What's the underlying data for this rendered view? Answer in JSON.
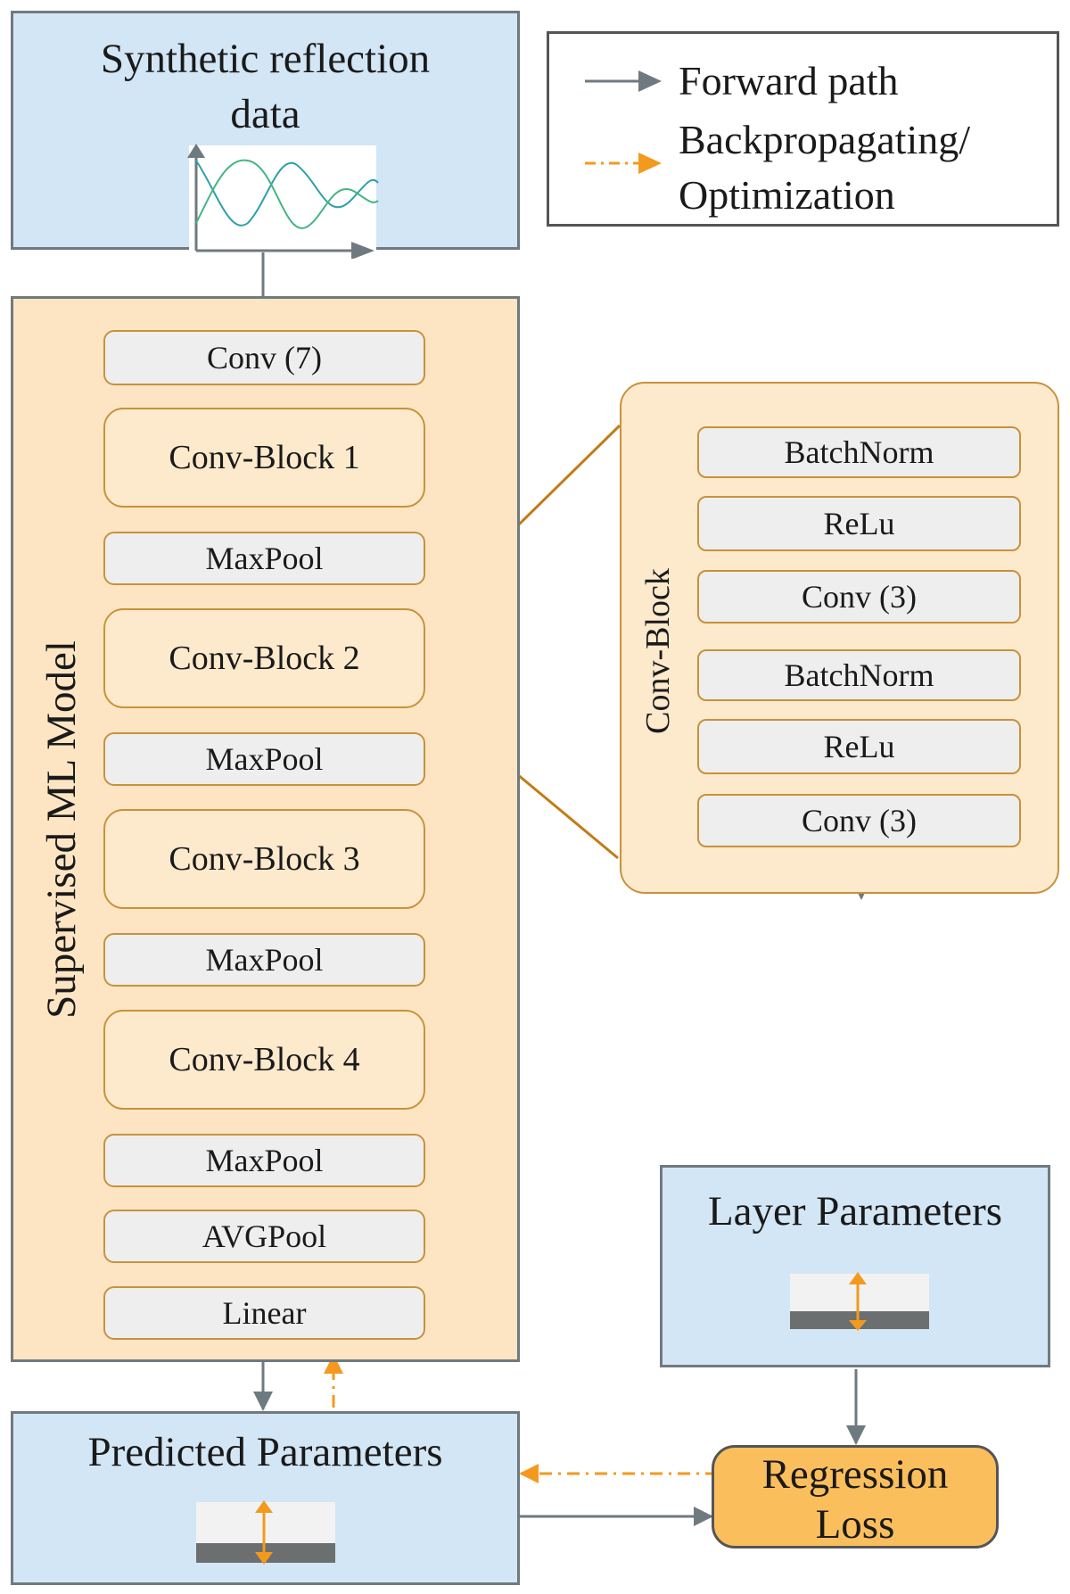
{
  "input": {
    "title": "Synthetic reflection data"
  },
  "legend": {
    "forward": "Forward path",
    "backprop_line1": "Backpropagating/",
    "backprop_line2": "Optimization"
  },
  "model": {
    "label": "Supervised ML Model",
    "layers": [
      "Conv (7)",
      "Conv-Block 1",
      "MaxPool",
      "Conv-Block 2",
      "MaxPool",
      "Conv-Block 3",
      "MaxPool",
      "Conv-Block 4",
      "MaxPool",
      "AVGPool",
      "Linear"
    ]
  },
  "conv_block_detail": {
    "label": "Conv-Block",
    "layers": [
      "BatchNorm",
      "ReLu",
      "Conv (3)",
      "BatchNorm",
      "ReLu",
      "Conv (3)"
    ]
  },
  "layer_parameters": {
    "title": "Layer Parameters"
  },
  "predicted_parameters": {
    "title": "Predicted Parameters"
  },
  "regression_loss": {
    "line1": "Regression",
    "line2": "Loss"
  },
  "colors": {
    "forward_arrow": "#6f7a80",
    "backprop_arrow": "#f39a1e",
    "blue_box": "#d3e6f5",
    "orange_panel": "#fde5c4",
    "loss_box": "#fbbe5d",
    "block_border": "#c8923a"
  }
}
